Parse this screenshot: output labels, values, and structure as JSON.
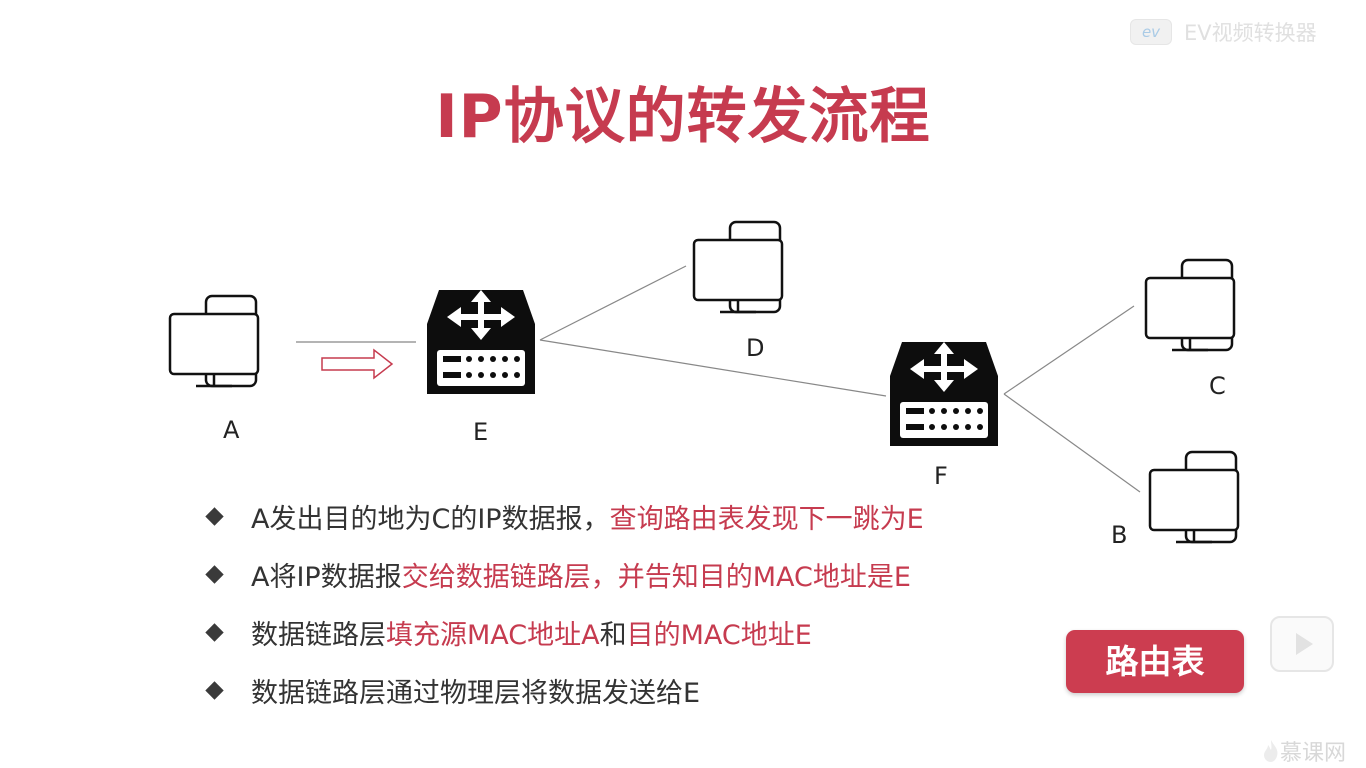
{
  "title": "IP协议的转发流程",
  "watermark_top": {
    "logo_text": "ev",
    "text": "EV视频转换器"
  },
  "watermark_bottom": {
    "text": "慕课网"
  },
  "nodes": {
    "A": "A",
    "E": "E",
    "D": "D",
    "F": "F",
    "C": "C",
    "B": "B"
  },
  "bullets": [
    {
      "plain": "A发出目的地为C的IP数据报，",
      "highlight": "查询路由表发现下一跳为E",
      "tail": ""
    },
    {
      "plain": "A将IP数据报",
      "highlight": "交给数据链路层，并告知目的MAC地址是E",
      "tail": ""
    },
    {
      "plain": "数据链路层",
      "highlight": "填充源MAC地址A",
      "mid": "和",
      "highlight2": "目的MAC地址E"
    },
    {
      "plain": "数据链路层通过物理层将数据发送给E"
    }
  ],
  "route_button": "路由表",
  "colors": {
    "accent": "#c63b4f",
    "button": "#cc3d50",
    "text": "#333333"
  }
}
